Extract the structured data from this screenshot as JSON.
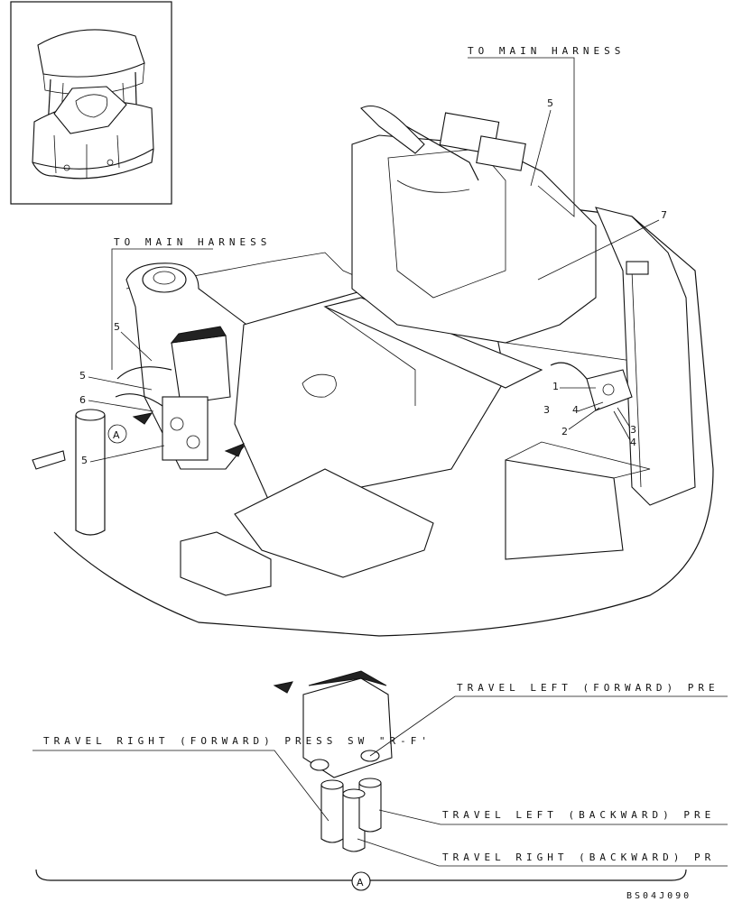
{
  "labels": {
    "to_main_harness_top": "TO MAIN HARNESS",
    "to_main_harness_left": "TO MAIN HARNESS",
    "travel_left_forward": "TRAVEL LEFT (FORWARD) PRE",
    "travel_right_forward": "TRAVEL RIGHT (FORWARD) PRESS SW \"R-F'",
    "travel_left_backward": "TRAVEL LEFT (BACKWARD) PRE",
    "travel_right_backward": "TRAVEL RIGHT (BACKWARD) PR",
    "drawing_code": "BS04J090"
  },
  "callouts": {
    "n5_top": "5",
    "n7": "7",
    "n1": "1",
    "n3_left": "3",
    "n4_left": "4",
    "n3_right": "3",
    "n2": "2",
    "n4_right": "4",
    "n5_left_upper": "5",
    "n5_left_mid": "5",
    "n6": "6",
    "n5_left_lower": "5"
  },
  "detail_marker": {
    "main_view": "A",
    "detail_view": "A"
  }
}
